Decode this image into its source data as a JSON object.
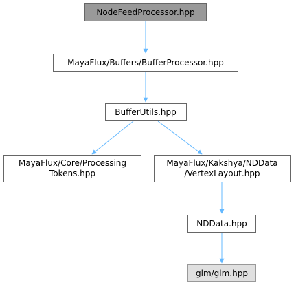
{
  "diagram": {
    "type": "include-dependency-graph",
    "colors": {
      "edge": "#63b8ff",
      "node_border": "#666666",
      "node_fill": "#ffffff",
      "root_fill": "#999999",
      "leaf_fill": "#e0e0e0"
    },
    "nodes": [
      {
        "id": "n0",
        "label": "NodeFeedProcessor.hpp"
      },
      {
        "id": "n1",
        "label": "MayaFlux/Buffers/BufferProcessor.hpp"
      },
      {
        "id": "n2",
        "label": "BufferUtils.hpp"
      },
      {
        "id": "n3",
        "label": "MayaFlux/Core/Processing",
        "label_line2": "Tokens.hpp"
      },
      {
        "id": "n4",
        "label": "MayaFlux/Kakshya/NDData",
        "label_line2": "/VertexLayout.hpp"
      },
      {
        "id": "n5",
        "label": "NDData.hpp"
      },
      {
        "id": "n6",
        "label": "glm/glm.hpp"
      }
    ],
    "edges": [
      {
        "from": "n0",
        "to": "n1"
      },
      {
        "from": "n1",
        "to": "n2"
      },
      {
        "from": "n2",
        "to": "n3"
      },
      {
        "from": "n2",
        "to": "n4"
      },
      {
        "from": "n4",
        "to": "n5"
      },
      {
        "from": "n5",
        "to": "n6"
      }
    ]
  }
}
